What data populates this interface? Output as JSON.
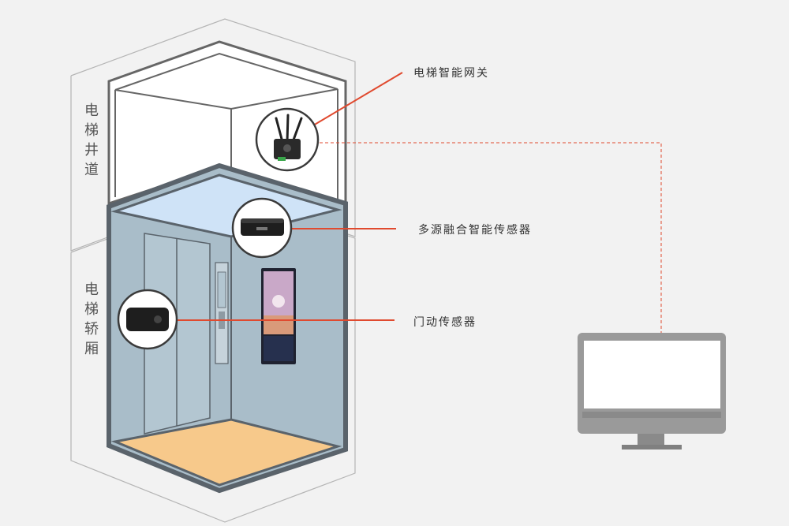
{
  "labels": {
    "shaft": "电梯井道",
    "car": "电梯轿厢",
    "gateway": "电梯智能网关",
    "fusion_sensor": "多源融合智能传感器",
    "door_sensor": "门动传感器"
  },
  "colors": {
    "background": "#f2f2f2",
    "callout_line": "#e04a2f",
    "car_wall": "#a9bdc9",
    "car_frame": "#5a636b",
    "ceiling": "#cfe3f7",
    "floor": "#f7c98b",
    "monitor": "#9a9a9a"
  },
  "icons": [
    "router-icon",
    "sensor-box-icon",
    "door-sensor-icon",
    "monitor-icon",
    "ad-screen-icon"
  ]
}
